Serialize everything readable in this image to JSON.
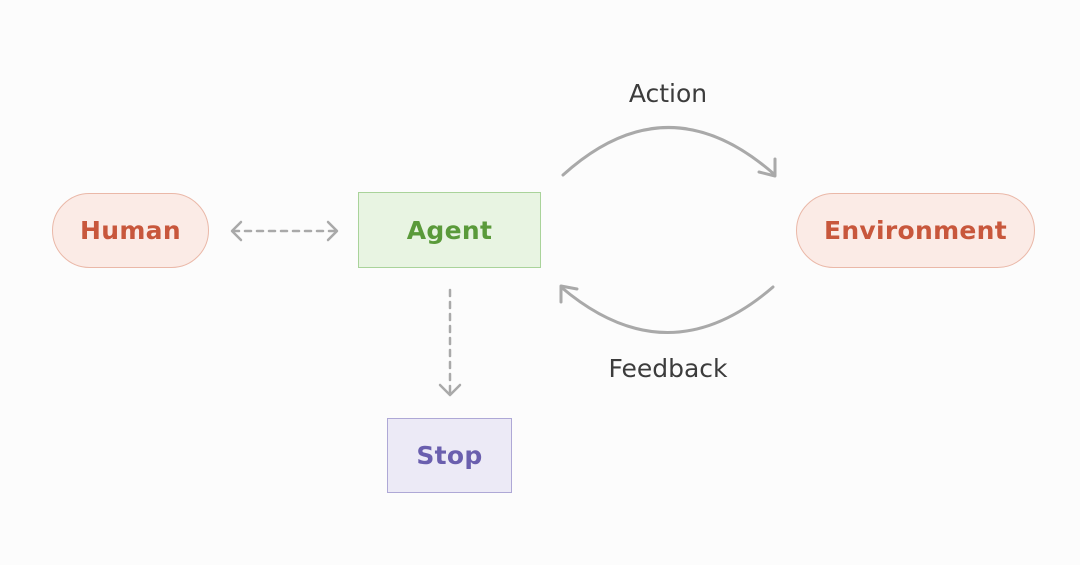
{
  "nodes": {
    "human": "Human",
    "agent": "Agent",
    "environment": "Environment",
    "stop": "Stop"
  },
  "edges": {
    "action": "Action",
    "feedback": "Feedback"
  },
  "colors": {
    "pill_fill": "#fbebe6",
    "pill_border": "#eab8a8",
    "pill_text": "#c8573c",
    "agent_fill": "#e8f4e2",
    "agent_border": "#a9d39a",
    "agent_text": "#5a9a3a",
    "stop_fill": "#eceaf6",
    "stop_border": "#aea8d6",
    "stop_text": "#6a5fae",
    "arrow": "#a9a9a9"
  }
}
